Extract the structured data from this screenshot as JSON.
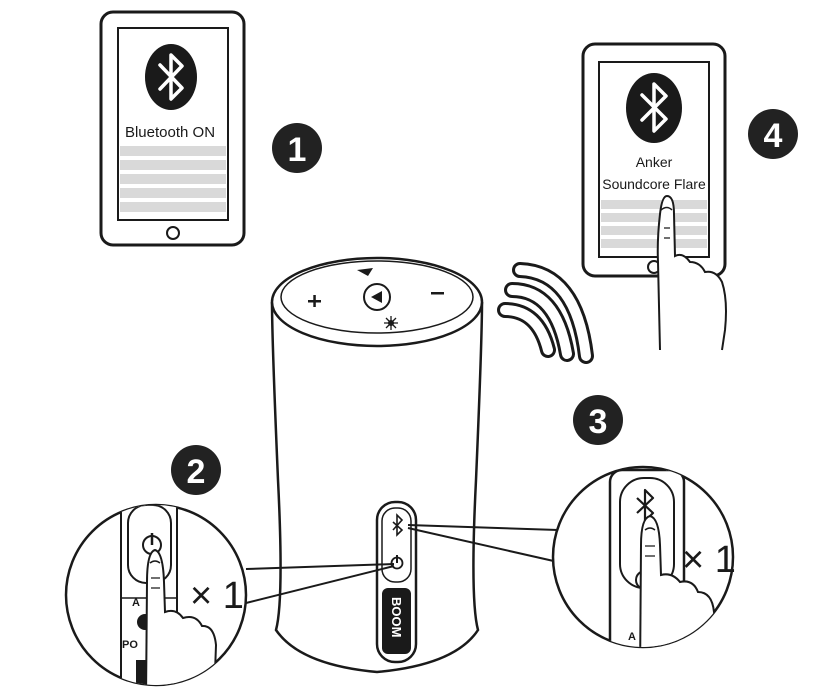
{
  "phone_left": {
    "screen_text": "Bluetooth ON"
  },
  "phone_right": {
    "line1": "Anker",
    "line2": "Soundcore Flare"
  },
  "steps": {
    "s1": "1",
    "s2": "2",
    "s3": "3",
    "s4": "4"
  },
  "callouts": {
    "power_times": "× 1",
    "bt_times": "× 1"
  },
  "speaker": {
    "boom_text": "BOOM"
  },
  "partial_labels": {
    "left_a": "A",
    "left_po": "PO"
  },
  "colors": {
    "ink": "#1a1a1a",
    "badge": "#222222",
    "stripe": "#d9d9d9"
  },
  "icons": [
    "bluetooth-icon",
    "power-icon",
    "volume-up-icon",
    "volume-down-icon",
    "play-icon",
    "light-icon",
    "signal-waves-icon",
    "finger-icon"
  ]
}
